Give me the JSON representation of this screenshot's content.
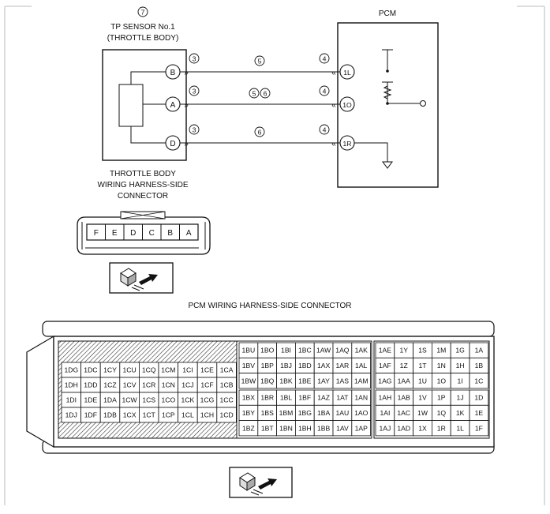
{
  "wiring": {
    "sensor_ref": "7",
    "sensor_title_1": "TP SENSOR No.1",
    "sensor_title_2": "(THROTTLE BODY)",
    "pcm_title": "PCM",
    "sensor_pins": [
      "B",
      "A",
      "D"
    ],
    "pcm_pins": [
      "1L",
      "1O",
      "1R"
    ],
    "sensor_side_refs": [
      "3",
      "3",
      "3"
    ],
    "pcm_side_refs": [
      "4",
      "4",
      "4"
    ],
    "wire_refs": [
      [
        "5"
      ],
      [
        "5",
        "6"
      ],
      [
        "6"
      ]
    ],
    "tb_connector_title": [
      "THROTTLE BODY",
      "WIRING HARNESS-SIDE",
      "CONNECTOR"
    ]
  },
  "tb_connector": {
    "pins": [
      "F",
      "E",
      "D",
      "C",
      "B",
      "A"
    ]
  },
  "pcm_connector": {
    "title": "PCM WIRING HARNESS-SIDE CONNECTOR",
    "block1": [
      [
        "1DG",
        "1DC",
        "1CY",
        "1CU",
        "1CQ",
        "1CM",
        "1CI",
        "1CE",
        "1CA"
      ],
      [
        "1DH",
        "1DD",
        "1CZ",
        "1CV",
        "1CR",
        "1CN",
        "1CJ",
        "1CF",
        "1CB"
      ],
      [
        "1DI",
        "1DE",
        "1DA",
        "1CW",
        "1CS",
        "1CO",
        "1CK",
        "1CG",
        "1CC"
      ],
      [
        "1DJ",
        "1DF",
        "1DB",
        "1CX",
        "1CT",
        "1CP",
        "1CL",
        "1CH",
        "1CD"
      ]
    ],
    "block2_top": [
      [
        "1BU",
        "1BO",
        "1BI",
        "1BC",
        "1AW",
        "1AQ",
        "1AK"
      ],
      [
        "1BV",
        "1BP",
        "1BJ",
        "1BD",
        "1AX",
        "1AR",
        "1AL"
      ],
      [
        "1BW",
        "1BQ",
        "1BK",
        "1BE",
        "1AY",
        "1AS",
        "1AM"
      ]
    ],
    "block2_bottom": [
      [
        "1BX",
        "1BR",
        "1BL",
        "1BF",
        "1AZ",
        "1AT",
        "1AN"
      ],
      [
        "1BY",
        "1BS",
        "1BM",
        "1BG",
        "1BA",
        "1AU",
        "1AO"
      ],
      [
        "1BZ",
        "1BT",
        "1BN",
        "1BH",
        "1BB",
        "1AV",
        "1AP"
      ]
    ],
    "block3_top": [
      [
        "1AE",
        "1Y",
        "1S",
        "1M",
        "1G",
        "1A"
      ],
      [
        "1AF",
        "1Z",
        "1T",
        "1N",
        "1H",
        "1B"
      ],
      [
        "1AG",
        "1AA",
        "1U",
        "1O",
        "1I",
        "1C"
      ]
    ],
    "block3_bottom": [
      [
        "1AH",
        "1AB",
        "1V",
        "1P",
        "1J",
        "1D"
      ],
      [
        "1AI",
        "1AC",
        "1W",
        "1Q",
        "1K",
        "1E"
      ],
      [
        "1AJ",
        "1AD",
        "1X",
        "1R",
        "1L",
        "1F"
      ]
    ]
  },
  "icons": [
    "connector-probe-icon",
    "connector-probe-icon"
  ]
}
